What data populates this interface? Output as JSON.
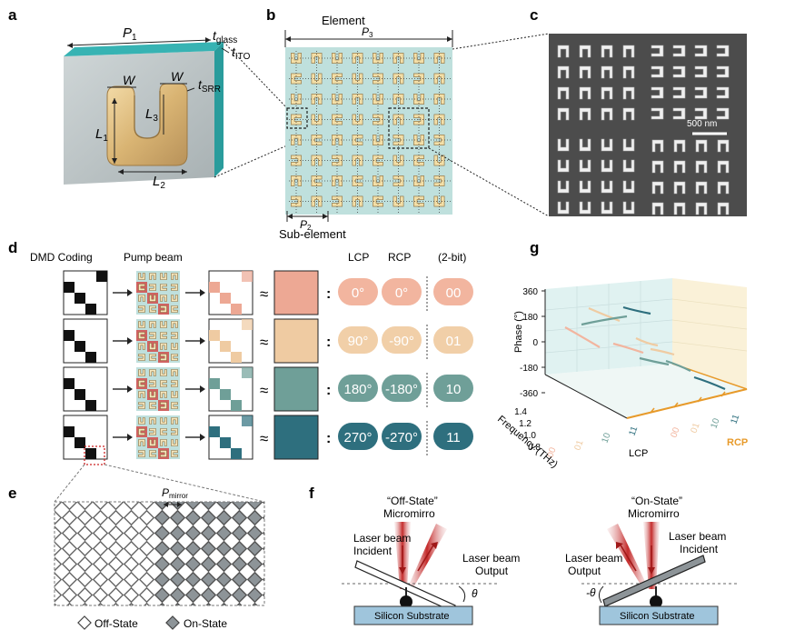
{
  "panels": {
    "a": "a",
    "b": "b",
    "c": "c",
    "d": "d",
    "e": "e",
    "f": "f",
    "g": "g"
  },
  "a": {
    "p1": "P",
    "p1_sub": "1",
    "tglass": "t",
    "tglass_sub": "glass",
    "tito": "t",
    "tito_sub": "ITO",
    "w": "W",
    "tsrr": "t",
    "tsrr_sub": "SRR",
    "l1": "L",
    "l1_sub": "1",
    "l2": "L",
    "l2_sub": "2",
    "l3": "L",
    "l3_sub": "3"
  },
  "b": {
    "element": "Element",
    "p3": "P",
    "p3_sub": "3",
    "sub_element": "Sub-element",
    "p2": "P",
    "p2_sub": "2"
  },
  "c": {
    "scale": "500 nm"
  },
  "d": {
    "head_dmd": "DMD Coding",
    "head_pump": "Pump beam",
    "head_lcp": "LCP",
    "head_rcp": "RCP",
    "head_bit": "(2-bit)",
    "approx": "≈",
    "colon": ":",
    "rows": [
      {
        "lcp": "0°",
        "rcp": "0°",
        "code": "00",
        "color": "#eda894",
        "pill": "#f2b59f"
      },
      {
        "lcp": "90°",
        "rcp": "-90°",
        "code": "01",
        "color": "#efcba2",
        "pill": "#f1cfa8"
      },
      {
        "lcp": "180°",
        "rcp": "-180°",
        "code": "10",
        "color": "#6f9f98",
        "pill": "#6f9f98"
      },
      {
        "lcp": "270°",
        "rcp": "-270°",
        "code": "11",
        "color": "#2e6f7e",
        "pill": "#2e6f7e"
      }
    ]
  },
  "e": {
    "pmirror": "P",
    "pmirror_sub": "mirror",
    "off": "Off-State",
    "on": "On-State"
  },
  "f": {
    "off_title": "“Off-State”",
    "off_sub": "Micromirro",
    "on_title": "“On-State”",
    "on_sub": "Micromirro",
    "incident_l1": "Laser beam",
    "incident_l2": "Incident",
    "output_l1": "Laser beam",
    "output_l2": "Output",
    "theta": "θ",
    "neg_theta": "-θ",
    "substrate": "Silicon Substrate"
  },
  "g": {
    "ylabel": "Phase (°)",
    "yticks": [
      "360",
      "180",
      "0",
      "-180",
      "-360"
    ],
    "freq_label": "Frequency (THz)",
    "freq_ticks": [
      "1.4",
      "1.2",
      "1.0",
      "0.8"
    ],
    "lcp_label": "LCP",
    "rcp_label": "RCP",
    "lcp_ticks": [
      "00",
      "01",
      "10",
      "11"
    ],
    "rcp_ticks": [
      "00",
      "01",
      "10",
      "11"
    ],
    "colors": {
      "c00": "#f2b59f",
      "c01": "#efcba2",
      "c10": "#6f9f98",
      "c11": "#2e6f7e",
      "rcp": "#e79a2a"
    }
  }
}
